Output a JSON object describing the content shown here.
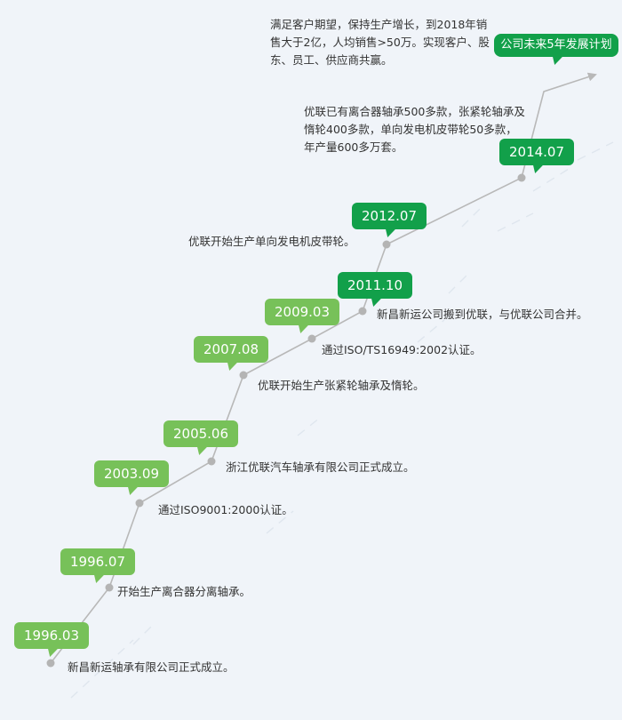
{
  "milestones": [
    {
      "date": "1996.03",
      "text": "新昌新运轴承有限公司正式成立。"
    },
    {
      "date": "1996.07",
      "text": "开始生产离合器分离轴承。"
    },
    {
      "date": "2003.09",
      "text": "通过ISO9001:2000认证。"
    },
    {
      "date": "2005.06",
      "text": "浙江优联汽车轴承有限公司正式成立。"
    },
    {
      "date": "2007.08",
      "text": "优联开始生产张紧轮轴承及惰轮。"
    },
    {
      "date": "2009.03",
      "text": "通过ISO/TS16949:2002认证。"
    },
    {
      "date": "2011.10",
      "text": "新昌新运公司搬到优联，与优联公司合并。"
    },
    {
      "date": "2012.07",
      "text": "优联开始生产单向发电机皮带轮。"
    },
    {
      "date": "2014.07",
      "text": "优联已有离合器轴承500多款，张紧轮轴承及惰轮400多款，单向发电机皮带轮50多款，年产量600多万套。"
    }
  ],
  "future": {
    "label": "公司未来5年发展计划",
    "text": "满足客户期望，保持生产增长，到2018年销售大于2亿，人均销售>50万。实现客户、股东、员工、供应商共赢。"
  },
  "colors": {
    "tag_light": "#77c159",
    "tag_dark": "#12a04a",
    "line": "#b8b8b8",
    "background": "#f0f4f9"
  }
}
